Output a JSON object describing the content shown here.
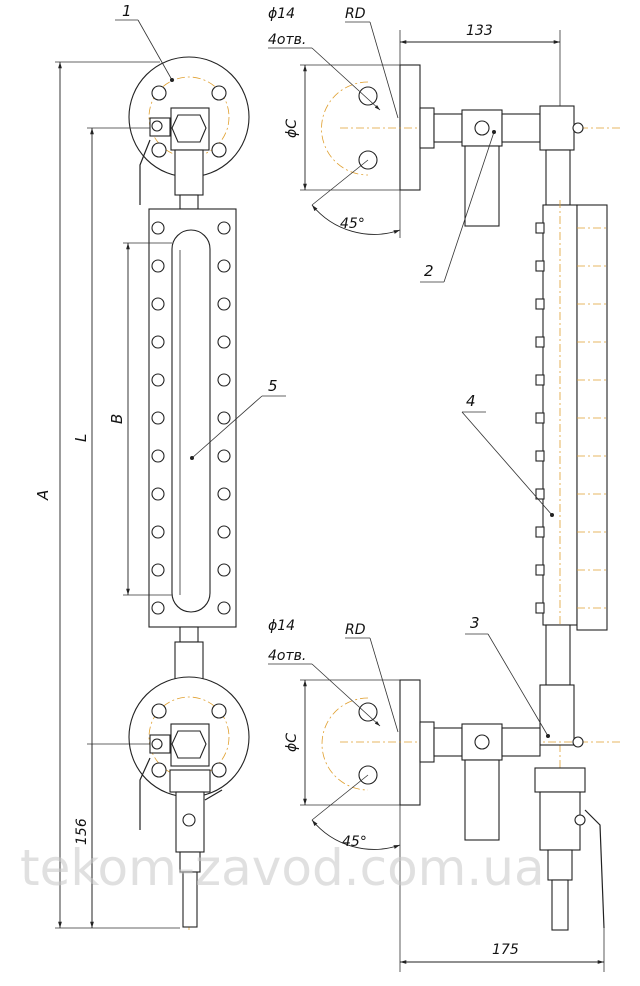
{
  "leaders": [
    "1",
    "2",
    "3",
    "4",
    "5"
  ],
  "dims": {
    "A": "A",
    "L": "L",
    "B": "B",
    "d156": "156",
    "d133": "133",
    "d175": "175",
    "hole": "ϕ14",
    "holes_count": "4отв.",
    "rd": "RD",
    "phic": "ϕC",
    "angle": "45°"
  },
  "watermark": "tekom-zavod.com.ua"
}
